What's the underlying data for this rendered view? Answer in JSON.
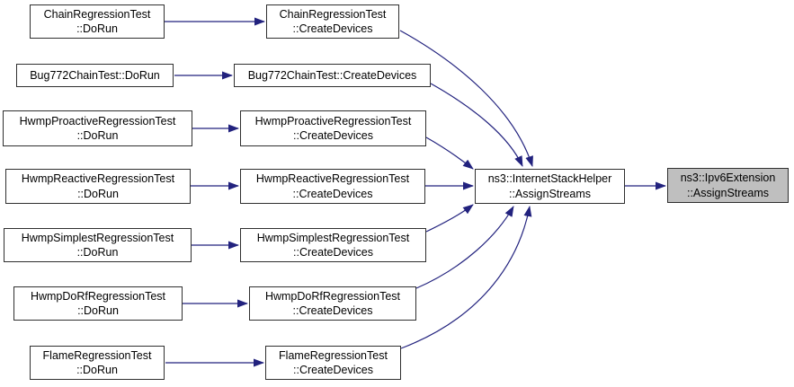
{
  "colors": {
    "arrow": "#22227e",
    "node_fill": "#ffffff",
    "node_border": "#2f2f2f",
    "highlight_fill": "#bfbfbf",
    "text": "#000000",
    "background": "#ffffff"
  },
  "nodes": {
    "chain_dorun": {
      "line1": "ChainRegressionTest",
      "line2": "::DoRun"
    },
    "chain_createdevices": {
      "line1": "ChainRegressionTest",
      "line2": "::CreateDevices"
    },
    "bug772_dorun": {
      "line1": "Bug772ChainTest::DoRun"
    },
    "bug772_createdevices": {
      "line1": "Bug772ChainTest::CreateDevices"
    },
    "hwmpproactive_dorun": {
      "line1": "HwmpProactiveRegressionTest",
      "line2": "::DoRun"
    },
    "hwmpproactive_createdevices": {
      "line1": "HwmpProactiveRegressionTest",
      "line2": "::CreateDevices"
    },
    "hwmpreactive_dorun": {
      "line1": "HwmpReactiveRegressionTest",
      "line2": "::DoRun"
    },
    "hwmpreactive_createdevices": {
      "line1": "HwmpReactiveRegressionTest",
      "line2": "::CreateDevices"
    },
    "hwmpsimplest_dorun": {
      "line1": "HwmpSimplestRegressionTest",
      "line2": "::DoRun"
    },
    "hwmpsimplest_createdevices": {
      "line1": "HwmpSimplestRegressionTest",
      "line2": "::CreateDevices"
    },
    "hwmpdorf_dorun": {
      "line1": "HwmpDoRfRegressionTest",
      "line2": "::DoRun"
    },
    "hwmpdorf_createdevices": {
      "line1": "HwmpDoRfRegressionTest",
      "line2": "::CreateDevices"
    },
    "flame_dorun": {
      "line1": "FlameRegressionTest",
      "line2": "::DoRun"
    },
    "flame_createdevices": {
      "line1": "FlameRegressionTest",
      "line2": "::CreateDevices"
    },
    "internet_stack_helper_assignstreams": {
      "line1": "ns3::InternetStackHelper",
      "line2": "::AssignStreams"
    },
    "ipv6_extension_assignstreams": {
      "line1": "ns3::Ipv6Extension",
      "line2": "::AssignStreams"
    }
  },
  "edges": [
    {
      "from": "chain_dorun",
      "to": "chain_createdevices"
    },
    {
      "from": "bug772_dorun",
      "to": "bug772_createdevices"
    },
    {
      "from": "hwmpproactive_dorun",
      "to": "hwmpproactive_createdevices"
    },
    {
      "from": "hwmpreactive_dorun",
      "to": "hwmpreactive_createdevices"
    },
    {
      "from": "hwmpsimplest_dorun",
      "to": "hwmpsimplest_createdevices"
    },
    {
      "from": "hwmpdorf_dorun",
      "to": "hwmpdorf_createdevices"
    },
    {
      "from": "flame_dorun",
      "to": "flame_createdevices"
    },
    {
      "from": "chain_createdevices",
      "to": "internet_stack_helper_assignstreams"
    },
    {
      "from": "bug772_createdevices",
      "to": "internet_stack_helper_assignstreams"
    },
    {
      "from": "hwmpproactive_createdevices",
      "to": "internet_stack_helper_assignstreams"
    },
    {
      "from": "hwmpreactive_createdevices",
      "to": "internet_stack_helper_assignstreams"
    },
    {
      "from": "hwmpsimplest_createdevices",
      "to": "internet_stack_helper_assignstreams"
    },
    {
      "from": "hwmpdorf_createdevices",
      "to": "internet_stack_helper_assignstreams"
    },
    {
      "from": "flame_createdevices",
      "to": "internet_stack_helper_assignstreams"
    },
    {
      "from": "internet_stack_helper_assignstreams",
      "to": "ipv6_extension_assignstreams"
    }
  ]
}
